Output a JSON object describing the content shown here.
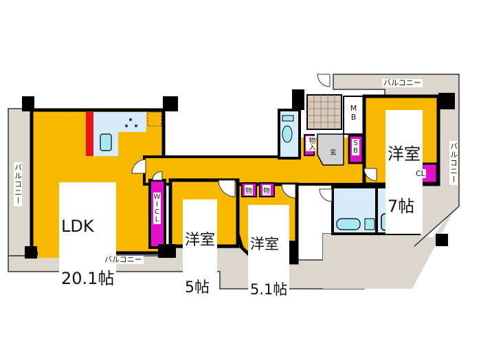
{
  "floor_plan": {
    "colors": {
      "room_fill": "#F9B800",
      "balcony_fill": "#DDD6CF",
      "storage_fill": "#E40FC8",
      "wet_area_fill": "#D6ECFA",
      "fixture_fill": "#A8E8F5",
      "entrance_fill": "#D2D2D2",
      "counter_red": "#E81414",
      "wall": "#000000"
    },
    "rooms": {
      "ldk": {
        "name": "LDK",
        "size": "20.1帖"
      },
      "western_5": {
        "name": "洋室",
        "size": "5帖"
      },
      "western_5_1": {
        "name": "洋室",
        "size": "5.1帖"
      },
      "western_7": {
        "name": "洋室",
        "size": "7帖"
      }
    },
    "labels": {
      "balcony_left": "バルコニー",
      "balcony_bottom": "バルコニー",
      "balcony_top_right": "バルコニー",
      "balcony_right": "バルコニー",
      "wicl": "WICL",
      "storage_1": "物",
      "storage_2": "物",
      "storage_entry": "物入",
      "entrance": "玄",
      "mb": "MB",
      "sb": "SB",
      "cl": "CL"
    }
  }
}
